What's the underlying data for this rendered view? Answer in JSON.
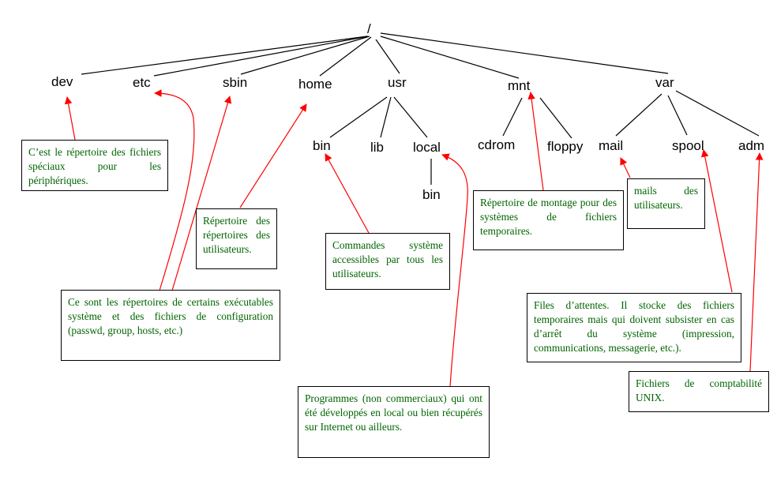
{
  "tree": {
    "root": "/",
    "level1": {
      "dev": "dev",
      "etc": "etc",
      "sbin": "sbin",
      "home": "home",
      "usr": "usr",
      "mnt": "mnt",
      "var": "var"
    },
    "usr_children": {
      "bin": "bin",
      "lib": "lib",
      "local": "local"
    },
    "local_children": {
      "bin": "bin"
    },
    "mnt_children": {
      "cdrom": "cdrom",
      "floppy": "floppy"
    },
    "var_children": {
      "mail": "mail",
      "spool": "spool",
      "adm": "adm"
    }
  },
  "annotations": {
    "dev": "C’est le répertoire des fichiers spéciaux pour les périphériques.",
    "etc_sbin": "Ce sont les répertoires de certains exécutables système et des fichiers de configuration (passwd, group, hosts, etc.)",
    "home": "Répertoire des répertoires des utilisateurs.",
    "usr_bin": "Commandes système accessibles par tous les utilisateurs.",
    "usr_local": "Programmes (non commerciaux) qui ont été développés en local ou bien récupérés sur Internet ou ailleurs.",
    "mnt": "Répertoire de montage pour des systèmes de fichiers temporaires.",
    "mail": "mails des utilisateurs.",
    "spool": "Files d’attentes. Il stocke des fichiers temporaires mais qui doivent subsister en cas d’arrêt du système (impression, communications, messagerie, etc.).",
    "adm": "Fichiers de comptabilité UNIX."
  },
  "colors": {
    "arrow": "#ff0000",
    "note_text": "#006400",
    "tree_line": "#000000"
  }
}
